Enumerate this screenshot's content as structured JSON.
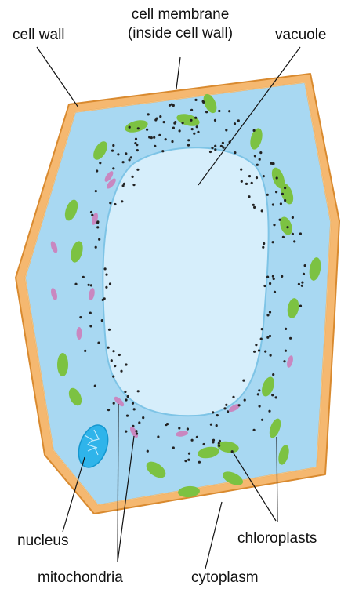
{
  "labels": {
    "cell_wall": "cell wall",
    "cell_membrane_line1": "cell membrane",
    "cell_membrane_line2": "(inside cell wall)",
    "vacuole": "vacuole",
    "nucleus": "nucleus",
    "chloroplasts": "chloroplasts",
    "mitochondria": "mitochondria",
    "cytoplasm": "cytoplasm"
  },
  "colors": {
    "cell_wall": "#f5b870",
    "cell_wall_edge": "#d98a2f",
    "cytoplasm": "#a8d8f2",
    "vacuole": "#d6eefb",
    "vacuole_edge": "#7ec4e6",
    "chloroplast": "#7cc242",
    "mitochondrion": "#c987c0",
    "nucleus": "#2fb4ea",
    "granule": "#222222"
  }
}
